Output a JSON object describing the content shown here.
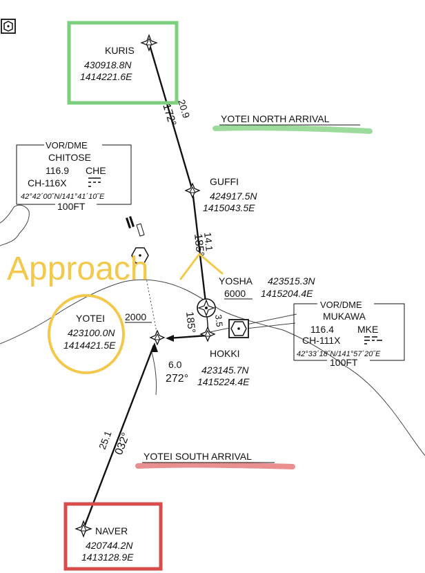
{
  "title": "",
  "arrivals": {
    "north_label": "YOTEI  NORTH ARRIVAL",
    "south_label": "YOTEI SOUTH ARRIVAL"
  },
  "waypoints": {
    "kuris": {
      "name": "KURIS",
      "lat": "430918.8N",
      "lon": "1414221.6E"
    },
    "guffi": {
      "name": "GUFFI",
      "lat": "424917.5N",
      "lon": "1415043.5E"
    },
    "yosha": {
      "name": "YOSHA",
      "lat": "423515.3N",
      "lon": "1415204.4E",
      "altitude": "6000"
    },
    "yotei": {
      "name": "YOTEI",
      "lat": "423100.0N",
      "lon": "1414421.5E",
      "altitude": "2000"
    },
    "hokki": {
      "name": "HOKKI",
      "lat": "423145.7N",
      "lon": "1415224.4E"
    },
    "naver": {
      "name": "NAVER",
      "lat": "420744.2N",
      "lon": "1413128.9E"
    }
  },
  "navaids": {
    "chitose": {
      "type": "VOR/DME",
      "name": "CHITOSE",
      "freq": "116.9",
      "ident": "CHE",
      "channel": "CH-116X",
      "coords": "42°42´00˝N/141°41´10˝E",
      "elevation": "100FT"
    },
    "mukawa": {
      "type": "VOR/DME",
      "name": "MUKAWA",
      "freq": "116.4",
      "ident": "MKE",
      "channel": "CH-111X",
      "coords": "42°33´18˝N/141°57´20˝E",
      "elevation": "100FT"
    }
  },
  "legs": {
    "kuris_guffi": {
      "distance": "20.9",
      "course": "172°"
    },
    "guffi_yosha": {
      "distance": "14.1",
      "course": "185°"
    },
    "yosha_hokki": {
      "distance": "3.5",
      "course": "185°"
    },
    "hokki_yotei": {
      "distance": "6.0",
      "course": "272°"
    },
    "naver_yotei": {
      "distance": "25.1",
      "course": "032°"
    }
  },
  "annotations": {
    "approach_text": "Approach",
    "highlight_colors": {
      "north": "#7ccf7c",
      "south": "#e36a6a",
      "yotei": "#f2c94c"
    }
  }
}
